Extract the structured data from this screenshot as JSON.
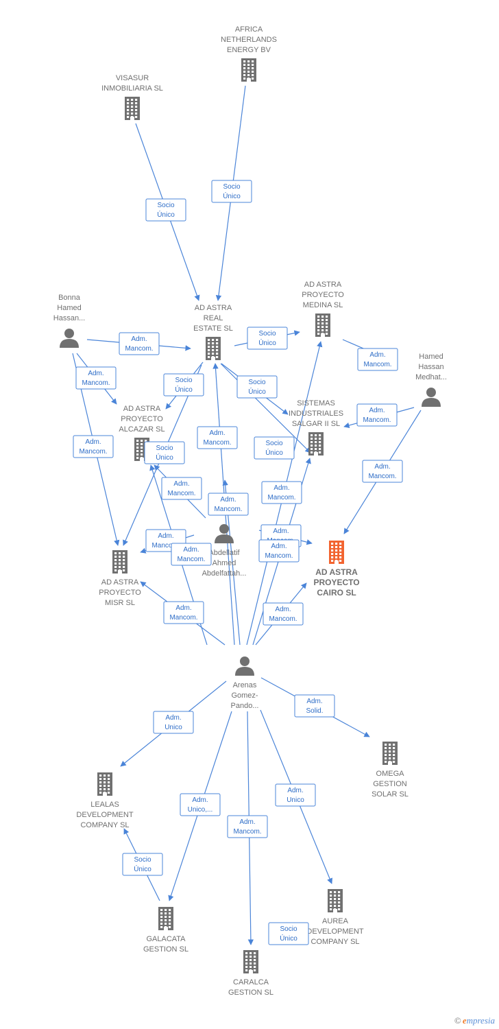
{
  "colors": {
    "edge": "#4a84d8",
    "edge_text": "#2e6dc7",
    "node_icon": "#707070",
    "focus_icon": "#f26430",
    "label": "#6f6f6f"
  },
  "nodes": [
    {
      "id": "africa",
      "type": "company",
      "label": [
        "AFRICA",
        "NETHERLANDS",
        "ENERGY BV"
      ]
    },
    {
      "id": "visasur",
      "type": "company",
      "label": [
        "VISASUR",
        "INMOBILIARIA SL"
      ]
    },
    {
      "id": "realestate",
      "type": "company",
      "label": [
        "AD ASTRA",
        "REAL",
        "ESTATE SL"
      ]
    },
    {
      "id": "medina",
      "type": "company",
      "label": [
        "AD ASTRA",
        "PROYECTO",
        "MEDINA SL"
      ]
    },
    {
      "id": "bonna",
      "type": "person",
      "label": [
        "Bonna",
        "Hamed",
        "Hassan..."
      ]
    },
    {
      "id": "hamed",
      "type": "person",
      "label": [
        "Hamed",
        "Hassan",
        "Medhat..."
      ]
    },
    {
      "id": "alcazar",
      "type": "company",
      "label": [
        "AD ASTRA",
        "PROYECTO",
        "ALCAZAR SL"
      ]
    },
    {
      "id": "sistemas",
      "type": "company",
      "label": [
        "SISTEMAS",
        "INDUSTRIALES",
        "SALGAR II SL"
      ]
    },
    {
      "id": "abdellatif",
      "type": "person",
      "label": [
        "Abdellatif",
        "Ahmed",
        "Abdelfattah..."
      ]
    },
    {
      "id": "cairo",
      "type": "focus",
      "label": [
        "AD ASTRA",
        "PROYECTO",
        "CAIRO SL"
      ]
    },
    {
      "id": "misr",
      "type": "company",
      "label": [
        "AD ASTRA",
        "PROYECTO",
        "MISR SL"
      ]
    },
    {
      "id": "arenas",
      "type": "person",
      "label": [
        "Arenas",
        "Gomez-",
        "Pando..."
      ]
    },
    {
      "id": "omega",
      "type": "company",
      "label": [
        "OMEGA",
        "GESTION",
        "SOLAR SL"
      ]
    },
    {
      "id": "lealas",
      "type": "company",
      "label": [
        "LEALAS",
        "DEVELOPMENT",
        "COMPANY SL"
      ]
    },
    {
      "id": "aurea",
      "type": "company",
      "label": [
        "AUREA",
        "DEVELOPMENT",
        "COMPANY SL"
      ]
    },
    {
      "id": "galacata",
      "type": "company",
      "label": [
        "GALACATA",
        "GESTION SL"
      ]
    },
    {
      "id": "caralca",
      "type": "company",
      "label": [
        "CARALCA",
        "GESTION SL"
      ]
    }
  ],
  "edges": [
    {
      "label": [
        "Socio",
        "Único"
      ]
    },
    {
      "label": [
        "Socio",
        "Único"
      ]
    },
    {
      "label": [
        "Socio",
        "Único"
      ]
    },
    {
      "label": [
        "Adm.",
        "Mancom."
      ]
    },
    {
      "label": [
        "Adm.",
        "Mancom."
      ]
    },
    {
      "label": [
        "Adm.",
        "Mancom."
      ]
    },
    {
      "label": [
        "Adm.",
        "Mancom."
      ]
    },
    {
      "label": [
        "Adm.",
        "Mancom."
      ]
    },
    {
      "label": [
        "Adm.",
        "Mancom."
      ]
    },
    {
      "label": [
        "Socio",
        "Único"
      ]
    },
    {
      "label": [
        "Socio",
        "Único"
      ]
    },
    {
      "label": [
        "Socio",
        "Único"
      ]
    },
    {
      "label": [
        "Socio",
        "Único"
      ]
    },
    {
      "label": [
        "Adm.",
        "Mancom."
      ]
    },
    {
      "label": [
        "Adm.",
        "Mancom."
      ]
    },
    {
      "label": [
        "Adm.",
        "Mancom."
      ]
    },
    {
      "label": [
        "Adm.",
        "Mancom."
      ]
    },
    {
      "label": [
        "Adm.",
        "Mancom."
      ]
    },
    {
      "label": [
        "Adm.",
        "Mancom."
      ]
    },
    {
      "label": [
        "Adm.",
        "Mancom."
      ]
    },
    {
      "label": [
        "Adm.",
        "Mancom."
      ]
    },
    {
      "label": [
        "Adm.",
        "Mancom."
      ]
    },
    {
      "label": [
        "Adm.",
        "Mancom."
      ]
    },
    {
      "label": [
        "Adm.",
        "Unico"
      ]
    },
    {
      "label": [
        "Adm.",
        "Solid."
      ]
    },
    {
      "label": [
        "Adm.",
        "Unico,..."
      ]
    },
    {
      "label": [
        "Adm.",
        "Mancom."
      ]
    },
    {
      "label": [
        "Adm.",
        "Unico"
      ]
    },
    {
      "label": [
        "Socio",
        "Único"
      ]
    },
    {
      "label": [
        "Socio",
        "Único"
      ]
    }
  ],
  "footer": {
    "copyright": "©",
    "brand_initial": "e",
    "brand_rest": "mpresia"
  }
}
